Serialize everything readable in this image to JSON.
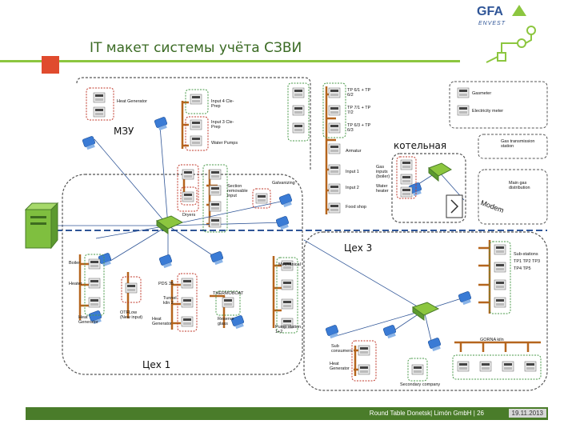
{
  "header": {
    "title": "IT макет системы учёта СЗВИ",
    "logo_main": "GFA",
    "logo_sub": "ENVEST"
  },
  "footer": {
    "text": "Round Table Donetsk| Limón GmbH | 26",
    "date": "19.11.2013"
  },
  "legend": {
    "gasmeter": "Gasmeter",
    "electricity_meter": "Electricity meter"
  },
  "zones": {
    "mzu": "МЗУ",
    "kotelnaya": "котельная",
    "ceh3": "Цех 3",
    "ceh1": "Цех 1",
    "modem": "Modem"
  },
  "labels": {
    "heat_generator_top": "Heat Generator",
    "input4": "Input 4 Cle-Prep",
    "input3": "Input 3 Cle-Prep",
    "water_pumps": "Water Pumps",
    "tp_group1": "TP 6/1 + TP 6/2",
    "tp_group2": "TP 7/1 + TP 7/2",
    "tp_group3": "TP 6/3 + TP 6/3",
    "armatur": "Armatur",
    "input1": "Input 1",
    "input2": "Input 2",
    "food_shop": "Food shop",
    "gas_station": "Gas transmission station",
    "gas_inputs": "Gas inputs (boiler)",
    "water_heater": "Water heater",
    "main_gas_dist": "Main gas distribution",
    "removable": "Section removable input",
    "galvanizing": "Galvanizing",
    "dryers": "Dryers",
    "boiler": "Boiler",
    "heater": "Heater",
    "heat_gen_left": "Heat Generator",
    "pds": "PDS 35",
    "tunnel": "Tunnel kiln 2",
    "heat_gen_mid": "Heat Generator",
    "ot_flow": "OTFLow (New input)",
    "thermoboat": "THERMOBOAT",
    "reserve": "Reserve glass",
    "mechanical": "Mechanical",
    "pump_station": "Pump station 1+2",
    "substations": "Sub-stations TP1 TP2 TP3 TP4 TP5",
    "sub_consumers": "Sub consumers",
    "heat_gen_bottom": "Heat Generator",
    "gorna": "GORNA kiln",
    "secondary": "Secondary company"
  },
  "colors": {
    "accent": "#8cc63f",
    "brand": "#2f5597",
    "pipe": "#b5651d",
    "gas_meter_border": "#4a9a4a",
    "elec_meter_border": "#c0392b",
    "boundary": "#2f5597"
  }
}
